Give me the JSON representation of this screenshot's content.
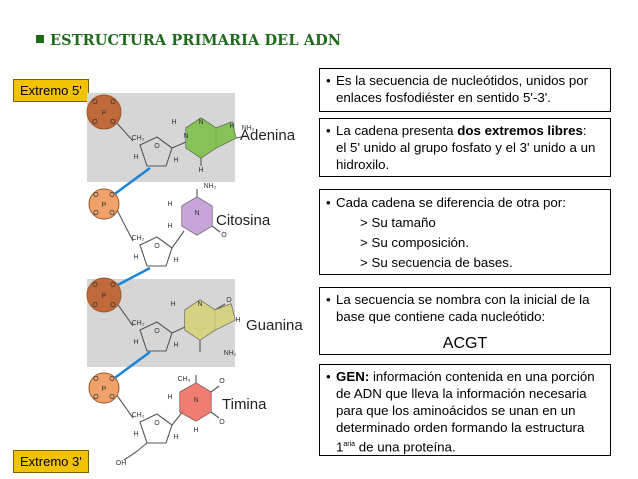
{
  "title": "ESTRUCTURA PRIMARIA DEL ADN",
  "extremo5": "Extremo 5'",
  "extremo3": "Extremo 3'",
  "bases": {
    "adenina": "Adenina",
    "citosina": "Citosina",
    "guanina": "Guanina",
    "timina": "Timina"
  },
  "atoms": {
    "P": "P",
    "O": "O",
    "H": "H",
    "N": "N",
    "NH2": "NH₂",
    "CH2": "CH₂",
    "CH3": "CH₃",
    "OH": "OH"
  },
  "colors": {
    "title": "#1f6b1c",
    "extremo_bg": "#f2c200",
    "phosphate": "#e8834a",
    "adenine": "#7ec04a",
    "cytosine": "#c39ad6",
    "guanine": "#d5d27a",
    "thymine": "#ef6f61",
    "link": "#1b84d6",
    "shade": "#d6d6d6"
  },
  "box1": {
    "line1": "Es la secuencia de nucleótidos, unidos por",
    "line2": "enlaces fosfodiéster en sentido 5'-3'."
  },
  "box2": {
    "pre": "La cadena presenta ",
    "bold": "dos extremos libres",
    "post": ":",
    "line2": "el 5' unido al grupo fosfato y el 3' unido a un",
    "line3": "hidroxilo."
  },
  "box3": {
    "line1": "Cada cadena se diferencia de otra por:",
    "items": [
      "> Su tamaño",
      "> Su composición.",
      "> Su secuencia de bases."
    ]
  },
  "box4": {
    "line1": "La secuencia se nombra con la inicial de la",
    "line2": "base que contiene cada nucleótido:",
    "seq": "ACGT"
  },
  "box5": {
    "bold": "GEN:",
    "line1": " información contenida en una porción",
    "line2": "de ADN que lleva la información necesaria",
    "line3": "para que los aminoácidos se unan en un",
    "line4": "determinado orden formando la estructura",
    "line5_pre": "1",
    "line5_sup": "aria",
    "line5_post": " de una proteína."
  }
}
